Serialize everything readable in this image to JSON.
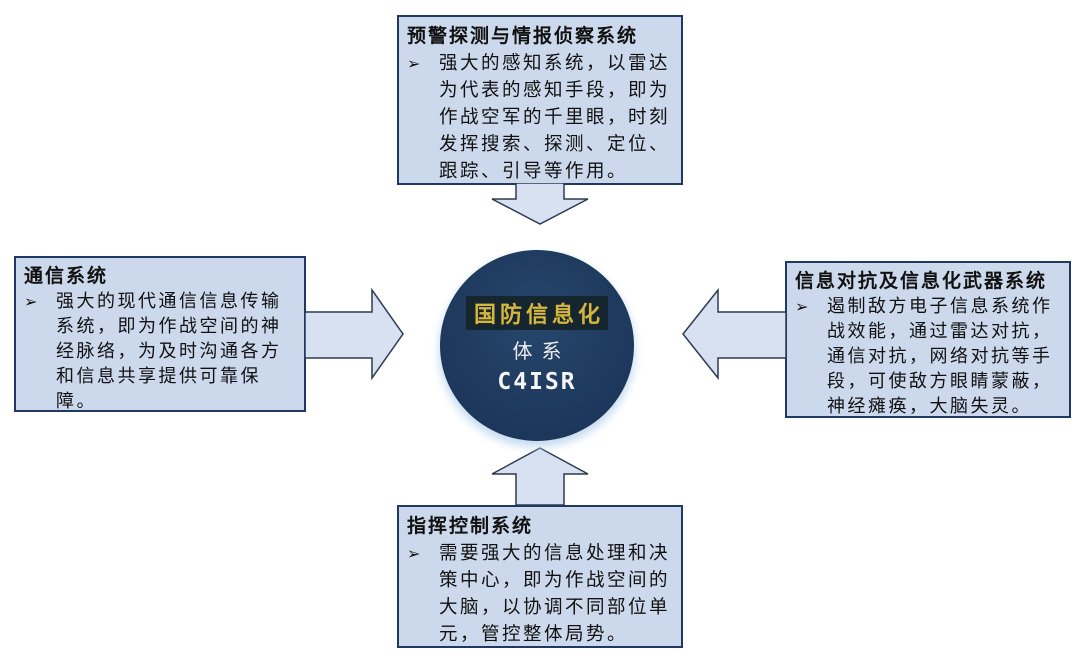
{
  "bullet": "➢",
  "center": {
    "line1": "国防信息化",
    "line2": "体系",
    "line3": "C4ISR"
  },
  "boxes": {
    "top": {
      "title": "预警探测与情报侦察系统",
      "lines": [
        "强大的感知系统，以雷达",
        "为代表的感知手段，即为",
        "作战空军的千里眼，时刻",
        "发挥搜索、探测、定位、",
        "跟踪、引导等作用。"
      ]
    },
    "left": {
      "title": "通信系统",
      "lines": [
        "强大的现代通信信息传输",
        "系统，即为作战空间的神",
        "经脉络，为及时沟通各方",
        "和信息共享提供可靠保",
        "障。"
      ]
    },
    "right": {
      "title": "信息对抗及信息化武器系统",
      "lines": [
        "遏制敌方电子信息系统作",
        "战效能，通过雷达对抗，",
        "通信对抗，网络对抗等手",
        "段，可使敌方眼睛蒙蔽，",
        "神经瘫痪，大脑失灵。"
      ]
    },
    "bottom": {
      "title": "指挥控制系统",
      "lines": [
        "需要强大的信息处理和决",
        "策中心，即为作战空间的",
        "大脑，以协调不同部位单",
        "元，管控整体局势。"
      ]
    }
  },
  "colors": {
    "box_fill": "#ccd9ec",
    "box_border": "#1f3864",
    "arrow_fill": "#d8e1f2",
    "arrow_border": "#2c3a52",
    "circle_fill": "#1e3a5e",
    "center_gold": "#d6b63c",
    "center_highlight_bg": "#16262f",
    "glow": "#c4dbf0"
  }
}
